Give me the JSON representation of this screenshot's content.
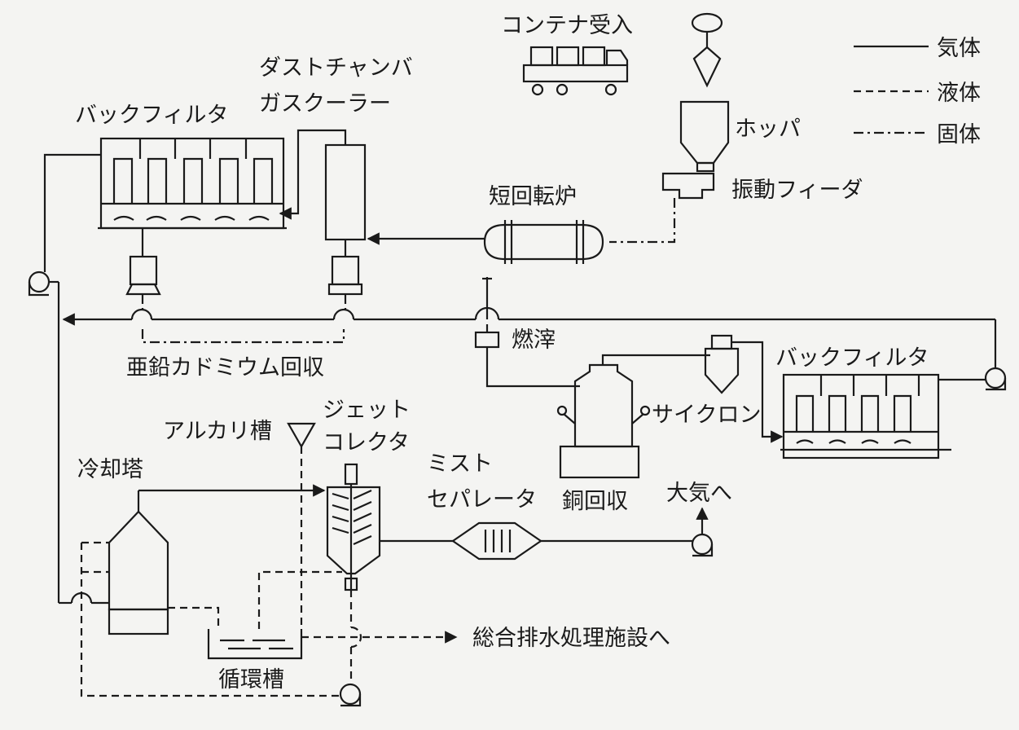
{
  "legend": {
    "gas": "気体",
    "liquid": "液体",
    "solid": "固体"
  },
  "labels": {
    "container_intake": "コンテナ受入",
    "dust_chamber_line1": "ダストチャンバ",
    "dust_chamber_line2": "ガスクーラー",
    "bag_filter_top": "バックフィルタ",
    "hopper": "ホッパ",
    "vibrating_feeder": "振動フィーダ",
    "short_rotary_furnace": "短回転炉",
    "zinc_cadmium_recovery": "亜鉛カドミウム回収",
    "slag": "燃滓",
    "bag_filter_right": "バックフィルタ",
    "cyclone": "サイクロン",
    "copper_recovery": "銅回収",
    "alkali_tank": "アルカリ槽",
    "jet_collector_line1": "ジェット",
    "jet_collector_line2": "コレクタ",
    "cooling_tower": "冷却塔",
    "mist_separator_line1": "ミスト",
    "mist_separator_line2": "セパレータ",
    "to_atmosphere": "大気へ",
    "to_wastewater": "総合排水処理施設へ",
    "circulation_tank": "循環槽"
  }
}
